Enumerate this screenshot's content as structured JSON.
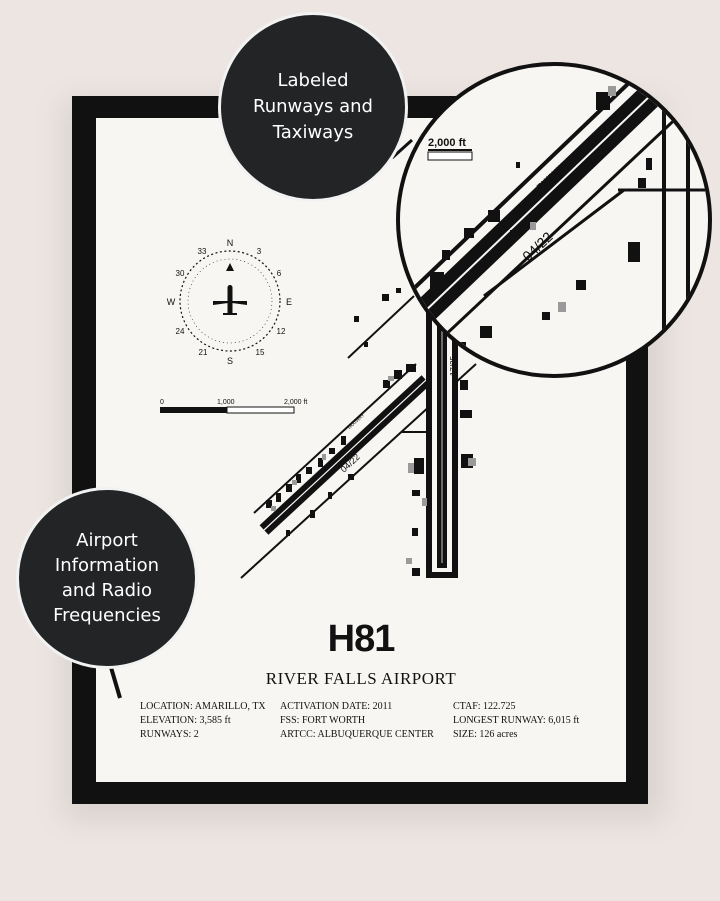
{
  "callouts": {
    "runways": [
      "Labeled",
      "Runways and",
      "Taxiways"
    ],
    "info": [
      "Airport",
      "Information",
      "and Radio",
      "Frequencies"
    ]
  },
  "compass": {
    "north": "N",
    "south": "S",
    "east": "E",
    "west": "W",
    "degrees": [
      "3",
      "6",
      "12",
      "15",
      "21",
      "24",
      "30",
      "33"
    ]
  },
  "scale": {
    "labels": [
      "0",
      "1,000",
      "2,000 ft"
    ],
    "zoom_label": "2,000 ft"
  },
  "runways": {
    "diag": "04/22",
    "vertical": "17/35"
  },
  "taxiway_label": "TAXIWAY",
  "airport": {
    "code": "H81",
    "name": "RIVER FALLS AIRPORT",
    "info_col1": [
      "LOCATION: AMARILLO, TX",
      "ELEVATION: 3,585 ft",
      "RUNWAYS: 2"
    ],
    "info_col2": [
      "ACTIVATION DATE: 2011",
      "FSS: FORT WORTH",
      "ARTCC: ALBUQUERQUE CENTER"
    ],
    "info_col3": [
      "CTAF: 122.725",
      "LONGEST RUNWAY: 6,015 ft",
      "SIZE: 126 acres"
    ]
  },
  "colors": {
    "frame": "#111111",
    "paper": "#f7f6f3",
    "wall": "#ece5e1",
    "callout": "#222426"
  }
}
